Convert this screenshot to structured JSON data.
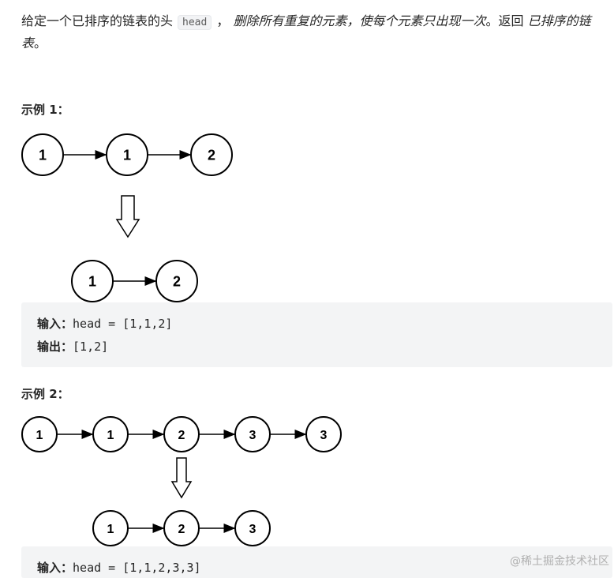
{
  "intro": {
    "part1": "给定一个已排序的链表的头",
    "code": "head",
    "part2": "，",
    "italic1": "删除所有重复的元素，使每个元素只出现一次",
    "part3": "。返回",
    "italic2": "已排序的链表",
    "part4": "。"
  },
  "example1": {
    "title": "示例 1：",
    "input_list": [
      "1",
      "1",
      "2"
    ],
    "output_list": [
      "1",
      "2"
    ],
    "input_label": "输入：",
    "input_value": "head = [1,1,2]",
    "output_label": "输出：",
    "output_value": "[1,2]"
  },
  "example2": {
    "title": "示例 2：",
    "input_list": [
      "1",
      "1",
      "2",
      "3",
      "3"
    ],
    "output_list": [
      "1",
      "2",
      "3"
    ],
    "input_label": "输入：",
    "input_value": "head = [1,1,2,3,3]"
  },
  "watermark": "@稀土掘金技术社区"
}
